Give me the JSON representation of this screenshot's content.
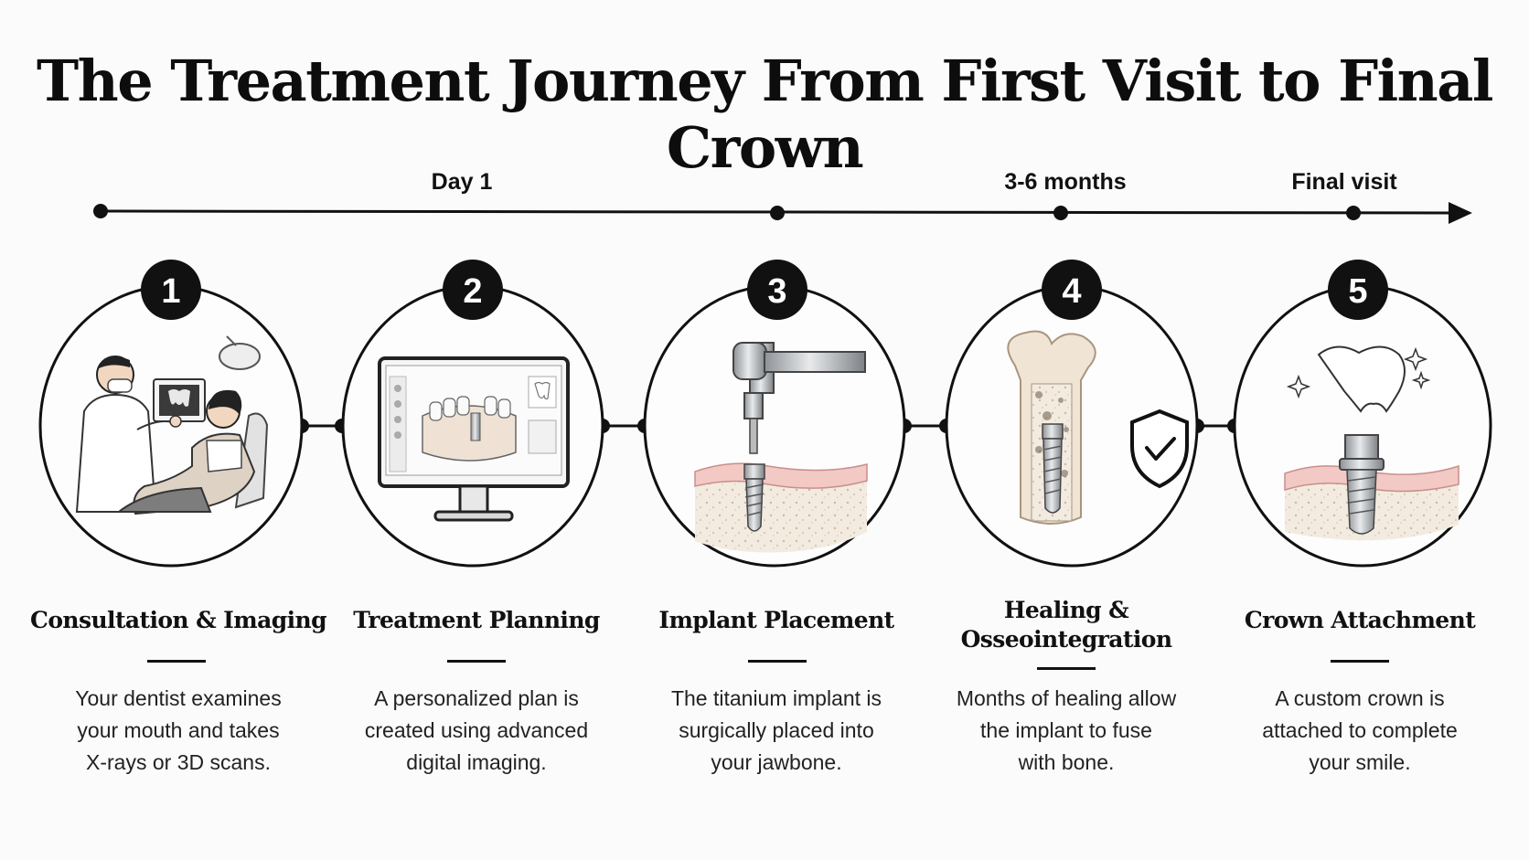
{
  "title": "The Treatment Journey From First Visit to Final Crown",
  "timeline": {
    "labels": [
      "Day 1",
      "3-6 months",
      "Final visit"
    ]
  },
  "steps": [
    {
      "number": "1",
      "title": "Consultation & Imaging",
      "description": [
        "Your dentist examines",
        "your mouth and takes",
        "X-rays or 3D scans."
      ],
      "illustration": "dentist-patient-icon"
    },
    {
      "number": "2",
      "title": "Treatment Planning",
      "description": [
        "A personalized plan is",
        "created using advanced",
        "digital imaging."
      ],
      "illustration": "computer-monitor-icon"
    },
    {
      "number": "3",
      "title": "Implant Placement",
      "description": [
        "The titanium implant is",
        "surgically placed into",
        "your jawbone."
      ],
      "illustration": "dental-drill-icon"
    },
    {
      "number": "4",
      "title_lines": [
        "Healing &",
        "Osseointegration"
      ],
      "description": [
        "Months of healing allow",
        "the implant to fuse",
        "with bone."
      ],
      "illustration": "bone-implant-shield-icon"
    },
    {
      "number": "5",
      "title": "Crown Attachment",
      "description": [
        "A custom crown is",
        "attached to complete",
        "your smile."
      ],
      "illustration": "crown-implant-icon"
    }
  ],
  "colors": {
    "ink": "#111111",
    "gum": "#f2c9c4",
    "bone": "#efe6da",
    "metal": "#b9bcc0"
  }
}
